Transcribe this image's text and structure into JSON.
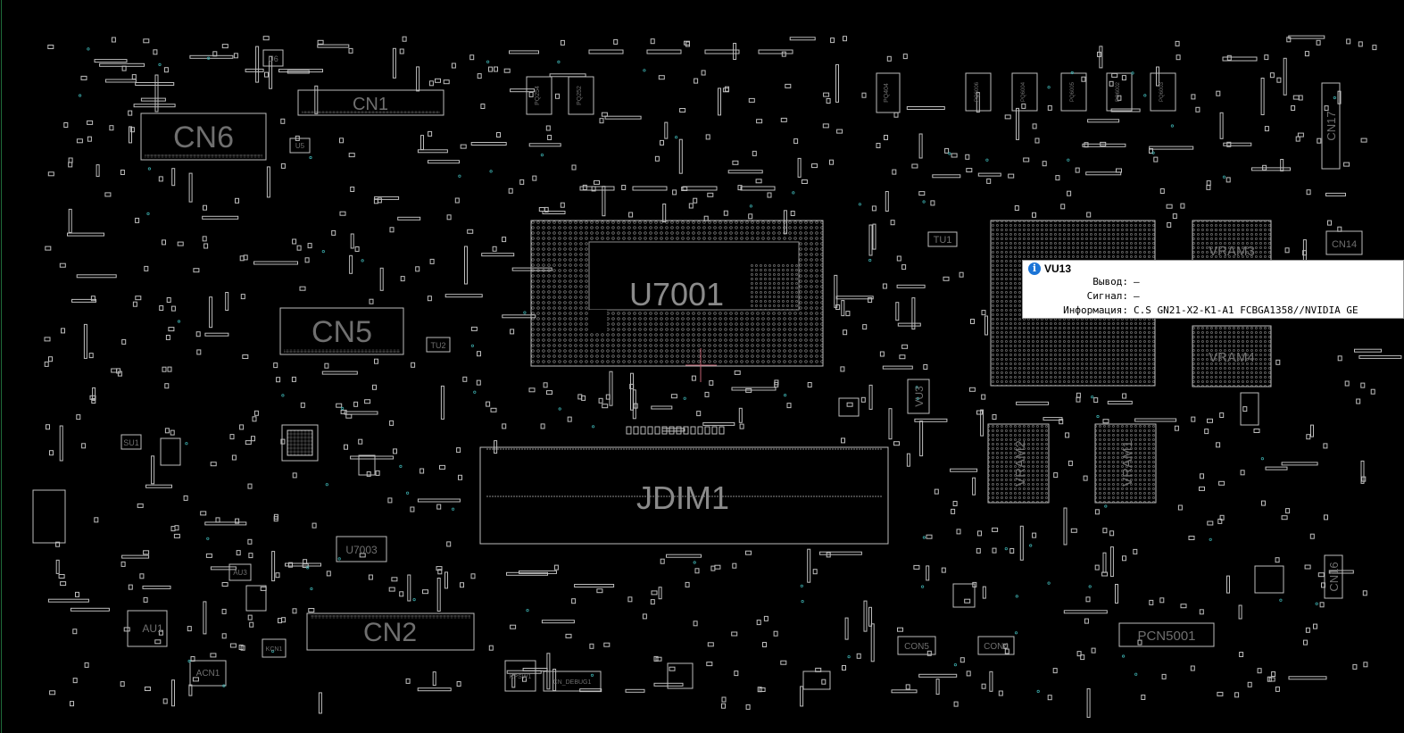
{
  "board": {
    "components": [
      {
        "id": "cn6",
        "label": "CN6"
      },
      {
        "id": "cn1",
        "label": "CN1"
      },
      {
        "id": "cn5",
        "label": "CN5"
      },
      {
        "id": "cn2",
        "label": "CN2"
      },
      {
        "id": "u7001",
        "label": "U7001"
      },
      {
        "id": "jdim1",
        "label": "JDIM1"
      },
      {
        "id": "u7003",
        "label": "U7003"
      },
      {
        "id": "vram1",
        "label": "VRAM1"
      },
      {
        "id": "vram2",
        "label": "VRAM2"
      },
      {
        "id": "vram3",
        "label": "VRAM3"
      },
      {
        "id": "vram4",
        "label": "VRAM4"
      },
      {
        "id": "cn14",
        "label": "CN14"
      },
      {
        "id": "cn16",
        "label": "CN16"
      },
      {
        "id": "cn17",
        "label": "CN17"
      },
      {
        "id": "vu3",
        "label": "VU3"
      },
      {
        "id": "tu1",
        "label": "TU1"
      },
      {
        "id": "tu2",
        "label": "TU2"
      },
      {
        "id": "pcn5001",
        "label": "PCN5001"
      },
      {
        "id": "con5",
        "label": "CON5"
      },
      {
        "id": "con4",
        "label": "CON4"
      },
      {
        "id": "acn1",
        "label": "ACN1"
      },
      {
        "id": "au1",
        "label": "AU1"
      },
      {
        "id": "au3",
        "label": "AU3"
      },
      {
        "id": "su1",
        "label": "SU1"
      },
      {
        "id": "kpsw1",
        "label": "KPSW1"
      },
      {
        "id": "cn-debug1",
        "label": "CN_DEBUG1"
      },
      {
        "id": "kcn1",
        "label": "KCN1"
      },
      {
        "id": "u6",
        "label": "U6"
      },
      {
        "id": "u5",
        "label": "U5"
      },
      {
        "id": "pq254",
        "label": "PQ254"
      },
      {
        "id": "pq252",
        "label": "PQ252"
      },
      {
        "id": "pq404",
        "label": "PQ404"
      },
      {
        "id": "pq6006",
        "label": "PQ6006"
      },
      {
        "id": "pq6004",
        "label": "PQ6004"
      },
      {
        "id": "pq6005",
        "label": "PQ6005"
      },
      {
        "id": "pq6002",
        "label": "PQ6002"
      },
      {
        "id": "pq6003",
        "label": "PQ6003"
      }
    ]
  },
  "tooltip": {
    "icon": "info-icon",
    "title": "VU13",
    "rows": [
      {
        "key": "Вывод:",
        "value": "—"
      },
      {
        "key": "Сигнал:",
        "value": "—"
      },
      {
        "key": "Информация:",
        "value": "C.S GN21-X2-K1-A1 FCBGA1358//NVIDIA GE"
      }
    ]
  }
}
